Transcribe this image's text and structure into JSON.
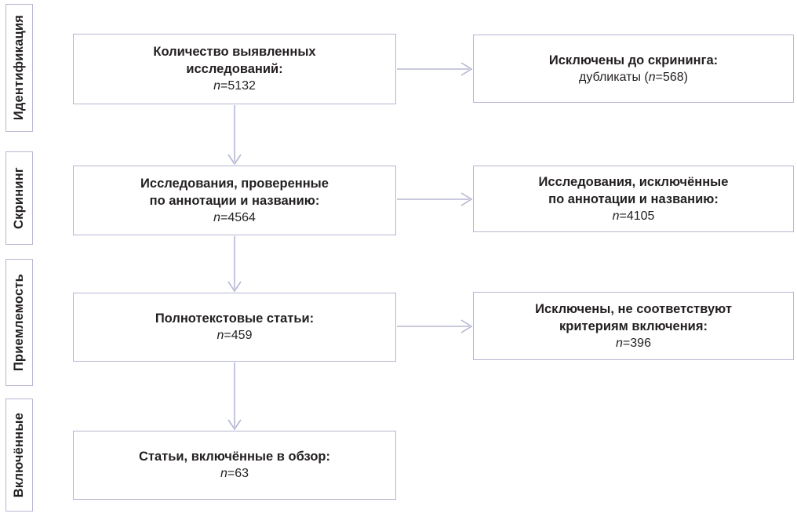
{
  "colors": {
    "box_border": "#b6b7d2",
    "arrow": "#b6b7d2",
    "text": "#231f20",
    "background": "#ffffff"
  },
  "stages": [
    {
      "label": "Идентификация"
    },
    {
      "label": "Скрининг"
    },
    {
      "label": "Приемлемость"
    },
    {
      "label": "Включённые"
    }
  ],
  "flow": {
    "identified": {
      "lines": [
        "Количество выявленных",
        "исследований:"
      ],
      "stat": {
        "pre": "",
        "n": "n",
        "post": "=5132"
      }
    },
    "excluded_before_screening": {
      "lines": [
        "Исключены до скрининга:"
      ],
      "stat": {
        "pre": "дубликаты (",
        "n": "n",
        "post": "=568)"
      }
    },
    "screened": {
      "lines": [
        "Исследования, проверенные",
        "по аннотации и названию:"
      ],
      "stat": {
        "pre": "",
        "n": "n",
        "post": "=4564"
      }
    },
    "excluded_by_title_abstract": {
      "lines": [
        "Исследования, исключённые",
        "по аннотации и названию:"
      ],
      "stat": {
        "pre": "",
        "n": "n",
        "post": "=4105"
      }
    },
    "fulltext": {
      "lines": [
        "Полнотекстовые статьи:"
      ],
      "stat": {
        "pre": "",
        "n": "n",
        "post": "=459"
      }
    },
    "excluded_criteria": {
      "lines": [
        "Исключены, не соответствуют",
        "критериям включения:"
      ],
      "stat": {
        "pre": "",
        "n": "n",
        "post": "=396"
      }
    },
    "included": {
      "lines": [
        "Статьи, включённые в обзор:"
      ],
      "stat": {
        "pre": "",
        "n": "n",
        "post": "=63"
      }
    }
  }
}
